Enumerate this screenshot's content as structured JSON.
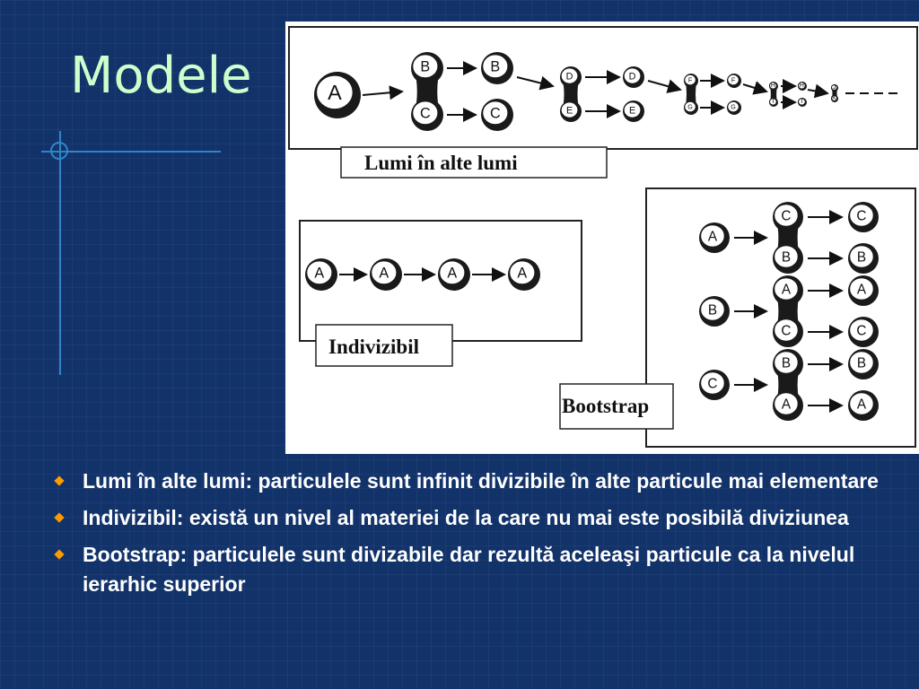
{
  "slide": {
    "title": "Modele",
    "bullets": [
      "Lumi în alte lumi: particulele sunt infinit divizibile în alte particule mai elementare",
      "Indivizibil: există un nivel al materiei de la care nu mai este posibilă diviziunea",
      "Bootstrap: particulele sunt divizabile dar rezultă aceleaşi particule ca la nivelul ierarhic superior"
    ],
    "colors": {
      "background": "#12326a",
      "title": "#ccffcc",
      "bullet_marker": "#ff9900",
      "accent_lines": "#2f86c7"
    }
  },
  "figure": {
    "panels": {
      "lumi": {
        "label": "Lumi în alte lumi",
        "particles": [
          "A",
          "B",
          "C",
          "B",
          "C",
          "D",
          "E",
          "D",
          "E",
          "F",
          "G",
          "F",
          "G",
          "H",
          "I",
          "H",
          "I",
          "J",
          "K"
        ]
      },
      "indivizibil": {
        "label": "Indivizibil",
        "particles": [
          "A",
          "A",
          "A",
          "A"
        ]
      },
      "bootstrap": {
        "label": "Bootstrap",
        "rows": [
          {
            "source": "A",
            "pair": [
              "C",
              "B"
            ],
            "results": [
              "C",
              "B"
            ]
          },
          {
            "source": "B",
            "pair": [
              "A",
              "C"
            ],
            "results": [
              "A",
              "C"
            ]
          },
          {
            "source": "C",
            "pair": [
              "B",
              "A"
            ],
            "results": [
              "B",
              "A"
            ]
          }
        ]
      }
    }
  }
}
